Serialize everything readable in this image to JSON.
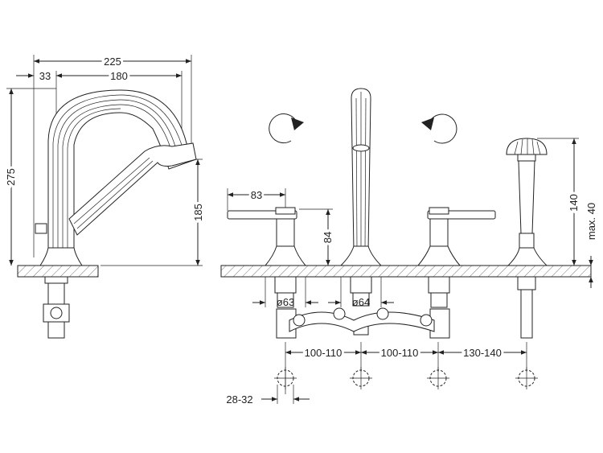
{
  "dimensions": {
    "spout_reach_total": "225",
    "spout_offset": "33",
    "spout_reach": "180",
    "spout_total_height": "275",
    "spout_outlet_height": "185",
    "handle_length": "83",
    "handle_height": "84",
    "diverter_mount_diameter": "ø63",
    "spout_mount_diameter": "ø64",
    "spacing_1": "100-110",
    "spacing_2": "100-110",
    "spacing_3": "130-140",
    "shower_height": "140",
    "shower_max": "max. 40",
    "hole_diameter": "28-32"
  },
  "icons": {
    "rotate_left": "rotate-clockwise-arrow-icon",
    "rotate_right": "rotate-counterclockwise-arrow-icon",
    "hole_marker": "crosshair-circle-icon"
  }
}
